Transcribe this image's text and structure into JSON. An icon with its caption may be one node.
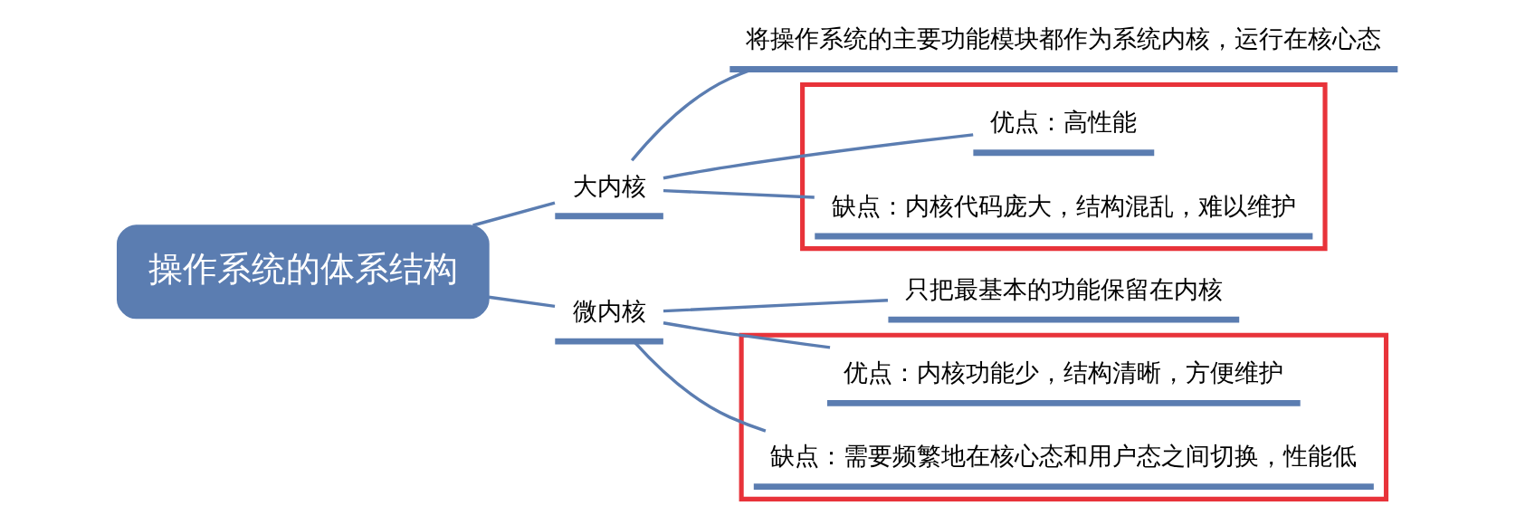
{
  "diagram": {
    "nodes": [
      {
        "text": [
          "操作系统的体系结构"
        ]
      },
      {
        "text": [
          "大内核"
        ]
      },
      {
        "text": [
          "将操作系统的主要功能模块都作为系统内核，运行在核心态"
        ]
      },
      {
        "text": [],
        "shape": "box"
      },
      {
        "text": [
          "优点：高性能"
        ],
        "in": 3
      },
      {
        "text": [
          "缺点：内核代码庞大，结构混乱，难以维护"
        ],
        "in": 3
      },
      {
        "text": [
          "微内核"
        ]
      },
      {
        "text": [
          "只把最基本的功能保留在内核"
        ]
      },
      {
        "text": [],
        "shape": "box"
      },
      {
        "text": [
          "优点：内核功能少，结构清晰，方便维护"
        ],
        "in": 8
      },
      {
        "text": [
          "缺点：需要频繁地在核心态和用户态之间切换，性能低"
        ],
        "in": 8
      }
    ],
    "edges": [
      {
        "from": 0,
        "to": 1,
        "arrow": "none"
      },
      {
        "from": 0,
        "to": 6,
        "arrow": "none"
      },
      {
        "from": 1,
        "to": 2,
        "arrow": "none"
      },
      {
        "from": 1,
        "to": 4,
        "arrow": "none"
      },
      {
        "from": 1,
        "to": 5,
        "arrow": "none"
      },
      {
        "from": 6,
        "to": 7,
        "arrow": "none"
      },
      {
        "from": 6,
        "to": 9,
        "arrow": "none"
      },
      {
        "from": 6,
        "to": 10,
        "arrow": "none"
      }
    ]
  }
}
